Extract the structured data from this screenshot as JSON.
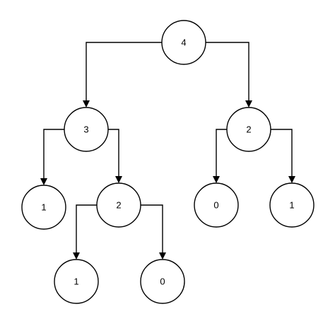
{
  "diagram": {
    "type": "tree",
    "nodes": [
      {
        "id": "root",
        "value": "4"
      },
      {
        "id": "left",
        "value": "3"
      },
      {
        "id": "right",
        "value": "2"
      },
      {
        "id": "left-left",
        "value": "1"
      },
      {
        "id": "left-right",
        "value": "2"
      },
      {
        "id": "right-left",
        "value": "0"
      },
      {
        "id": "right-right",
        "value": "1"
      },
      {
        "id": "left-right-left",
        "value": "1"
      },
      {
        "id": "left-right-right",
        "value": "0"
      }
    ],
    "edges": [
      {
        "from": "root",
        "to": "left"
      },
      {
        "from": "root",
        "to": "right"
      },
      {
        "from": "left",
        "to": "left-left"
      },
      {
        "from": "left",
        "to": "left-right"
      },
      {
        "from": "right",
        "to": "right-left"
      },
      {
        "from": "right",
        "to": "right-right"
      },
      {
        "from": "left-right",
        "to": "left-right-left"
      },
      {
        "from": "left-right",
        "to": "left-right-right"
      }
    ],
    "colors": {
      "stroke": "#000000",
      "fill": "#ffffff"
    }
  }
}
